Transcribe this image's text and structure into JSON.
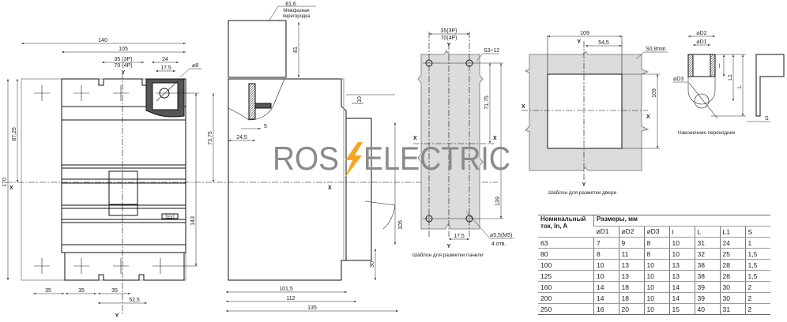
{
  "watermark": {
    "left": "ROS",
    "right": "ELECTRIC",
    "accent_color": "#f5a623"
  },
  "front_view": {
    "dim_width_total": "140",
    "dim_width_body": "105",
    "dim_pole_3p": "35 (3P)",
    "dim_pole_4p": "70 (4P)",
    "dim_terminal_width": "24",
    "dim_terminal_inner": "17,5",
    "dim_bolt_diameter": "⌀8",
    "dim_height_total": "170",
    "dim_height_half": "87,25",
    "dim_height_mount": "143",
    "dim_height_mount_half": "73,75",
    "dim_bottom_1": "35",
    "dim_bottom_2": "35",
    "dim_bottom_3": "35",
    "dim_bottom_offset": "52,5",
    "test_label": "TEST",
    "axis_x": "X",
    "axis_y_top": "Y",
    "axis_y_bottom": "Y"
  },
  "side_view": {
    "partition_dim": "81,6",
    "partition_label_1": "Межфазная",
    "partition_label_2": "перегородка",
    "dim_partition_height": "81",
    "dim_10": "10",
    "dim_5": "5",
    "dim_24_5": "24,5",
    "dim_105": "105",
    "dim_30": "30",
    "dim_101_5": "101,5",
    "dim_112": "112",
    "dim_135": "135",
    "axis_x": "X"
  },
  "panel_template": {
    "dim_3p": "35(3P)",
    "dim_4p": "70(4P)",
    "thickness": "S3÷12",
    "dim_71_75": "71,75",
    "dim_139": "139",
    "dim_17_5": "17,5",
    "hole_label_1": "⌀5,5(M5)",
    "hole_label_2": "4 отв.",
    "axis_x_left": "X",
    "axis_x_right": "X",
    "axis_y_top": "Y",
    "axis_y_bottom": "Y",
    "caption": "Шаблон для разметки  панели"
  },
  "door_template": {
    "dim_109_width": "109",
    "dim_54_5": "54,5",
    "thickness": "S0,8min",
    "dim_109_height": "109",
    "axis_x_left": "X",
    "axis_x_right": "X",
    "axis_y_top": "Y",
    "axis_y_bottom": "Y",
    "caption": "Шаблон для разметки двери"
  },
  "terminal_adapter": {
    "d2": "⌀D2",
    "d1": "⌀D1",
    "d3": "⌀D3",
    "l": "l",
    "l1": "L1",
    "L": "L",
    "s": "S",
    "caption": "Наконечник-переходник"
  },
  "spec_table": {
    "header_current_1": "Номинальный",
    "header_current_2": "ток, In, A",
    "header_dims": "Размеры, мм",
    "columns": [
      "⌀D1",
      "⌀D2",
      "⌀D3",
      "l",
      "L",
      "L1",
      "S"
    ],
    "rows": [
      [
        "63",
        "7",
        "9",
        "8",
        "10",
        "31",
        "24",
        "1"
      ],
      [
        "80",
        "8",
        "11",
        "8",
        "10",
        "32",
        "25",
        "1,5"
      ],
      [
        "100",
        "10",
        "13",
        "10",
        "13",
        "38",
        "28",
        "1,5"
      ],
      [
        "125",
        "10",
        "13",
        "10",
        "13",
        "38",
        "28",
        "1,5"
      ],
      [
        "160",
        "14",
        "18",
        "10",
        "14",
        "39",
        "30",
        "2"
      ],
      [
        "200",
        "14",
        "18",
        "10",
        "14",
        "39",
        "30",
        "2"
      ],
      [
        "250",
        "16",
        "20",
        "10",
        "15",
        "40",
        "31",
        "2"
      ]
    ]
  }
}
